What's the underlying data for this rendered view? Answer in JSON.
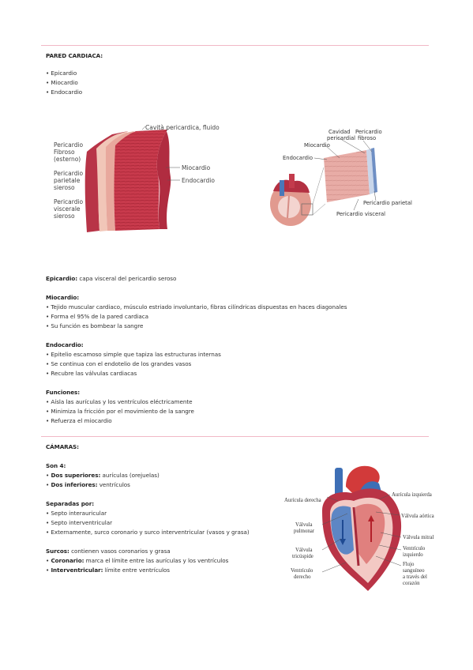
{
  "pared": {
    "title": "PARED CARDIACA:",
    "layers": [
      "• Epicardio",
      "• Miocardio",
      "• Endocardio"
    ]
  },
  "figure_wall": {
    "top_label": "Cavità pericardica, fluido",
    "left_labels": [
      "Pericardio",
      "Fibroso",
      "(esterno)",
      "Pericardio",
      "parietale",
      "sieroso",
      "Pericardio",
      "viscerale",
      "sieroso"
    ],
    "miocardio": "Miocardio",
    "endocardio": "Endocardio"
  },
  "figure_zoom": {
    "cavidad": [
      "Cavidad",
      "pericardial"
    ],
    "pericardio_fibroso": [
      "Pericardio",
      "fibroso"
    ],
    "miocardio": "Miocardio",
    "endocardio": "Endocardio",
    "pericardio_parietal": "Pericardio parietal",
    "pericardio_visceral": "Pericardio visceral"
  },
  "epicardio": {
    "label": "Epicardio:",
    "text": " capa visceral del pericardio seroso"
  },
  "miocardio": {
    "heading": "Miocardio:",
    "items": [
      "• Tejido muscular cardiaco, músculo estriado involuntario, fibras cilíndricas dispuestas en haces diagonales",
      "• Forma el 95% de la pared cardiaca",
      "• Su función es bombear la sangre"
    ]
  },
  "endocardio": {
    "heading": "Endocardio:",
    "items": [
      "• Epitelio escamoso simple que tapiza las estructuras internas",
      "• Se continua con el endotelio de los grandes vasos",
      "• Recubre las válvulas cardiacas"
    ]
  },
  "funciones": {
    "heading": "Funciones:",
    "items": [
      "• Aísla las aurículas y los ventrículos eléctricamente",
      "• Minimiza la fricción por el movimiento de la sangre",
      "• Refuerza el miocardio"
    ]
  },
  "camaras": {
    "title": "CÁMARAS:",
    "son": "Son 4:",
    "superiores_label": "Dos superiores:",
    "superiores_text": " aurículas (orejuelas)",
    "inferiores_label": "Dos inferiores:",
    "inferiores_text": " ventrículos",
    "separadas_heading": "Separadas por:",
    "separadas_items": [
      "• Septo interauricular",
      "• Septo interventricular",
      "• Externamente, surco coronario y surco interventricular (vasos y grasa)"
    ],
    "surcos_label": "Surcos:",
    "surcos_text": " contienen vasos coronarios y grasa",
    "coronario_label": "Coronario:",
    "coronario_text": " marca el límite entre las aurículas y los ventrículos",
    "interventricular_label": "Interventricular:",
    "interventricular_text": " límite entre ventrículos"
  },
  "figure_heart": {
    "auricula_derecha": "Aurícula derecha",
    "auricula_izquierda": "Aurícula izquierda",
    "valvula_pulmonar": [
      "Válvula",
      "pulmonar"
    ],
    "valvula_aortica": "Válvula aórtica",
    "valvula_mitral": "Válvula mitral",
    "valvula_tricuspide": [
      "Válvula",
      "tricúspide"
    ],
    "ventriculo_izquierdo": [
      "Ventrículo",
      "izquierdo"
    ],
    "ventriculo_derecho": [
      "Ventrículo",
      "derecho"
    ],
    "flujo": [
      "Flujo",
      "sanguíneo",
      "a través del",
      "corazón"
    ]
  },
  "colors": {
    "rule": "#f1b8c6",
    "muscle": "#c8394a",
    "vein_blue": "#3c6eb4"
  }
}
